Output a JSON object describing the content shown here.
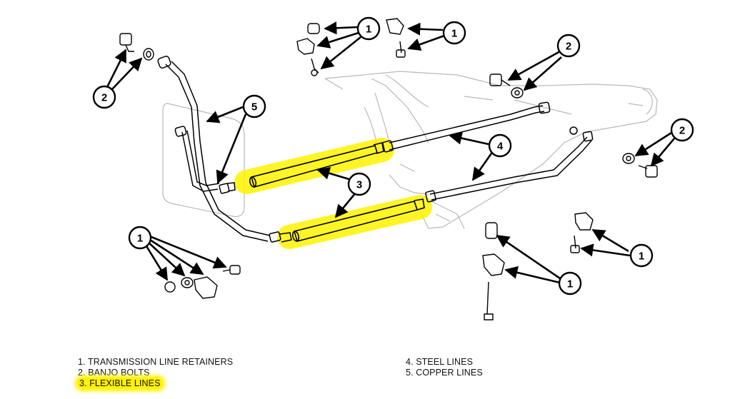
{
  "legend": {
    "left": [
      {
        "text": "1. TRANSMISSION LINE RETAINERS",
        "highlighted": false
      },
      {
        "text": "2. BANJO BOLTS",
        "highlighted": false
      },
      {
        "text": "3. FLEXIBLE LINES",
        "highlighted": true
      }
    ],
    "right": [
      {
        "text": "4. STEEL LINES"
      },
      {
        "text": "5. COPPER LINES"
      }
    ]
  },
  "callouts": {
    "c1a": "1",
    "c1b": "1",
    "c1c": "1",
    "c1d": "1",
    "c1e": "1",
    "c2a": "2",
    "c2b": "2",
    "c2c": "2",
    "c3": "3",
    "c4": "4",
    "c5": "5"
  },
  "colors": {
    "highlight": "#fff200",
    "line": "#000000",
    "ghost": "#b8b8b8"
  }
}
